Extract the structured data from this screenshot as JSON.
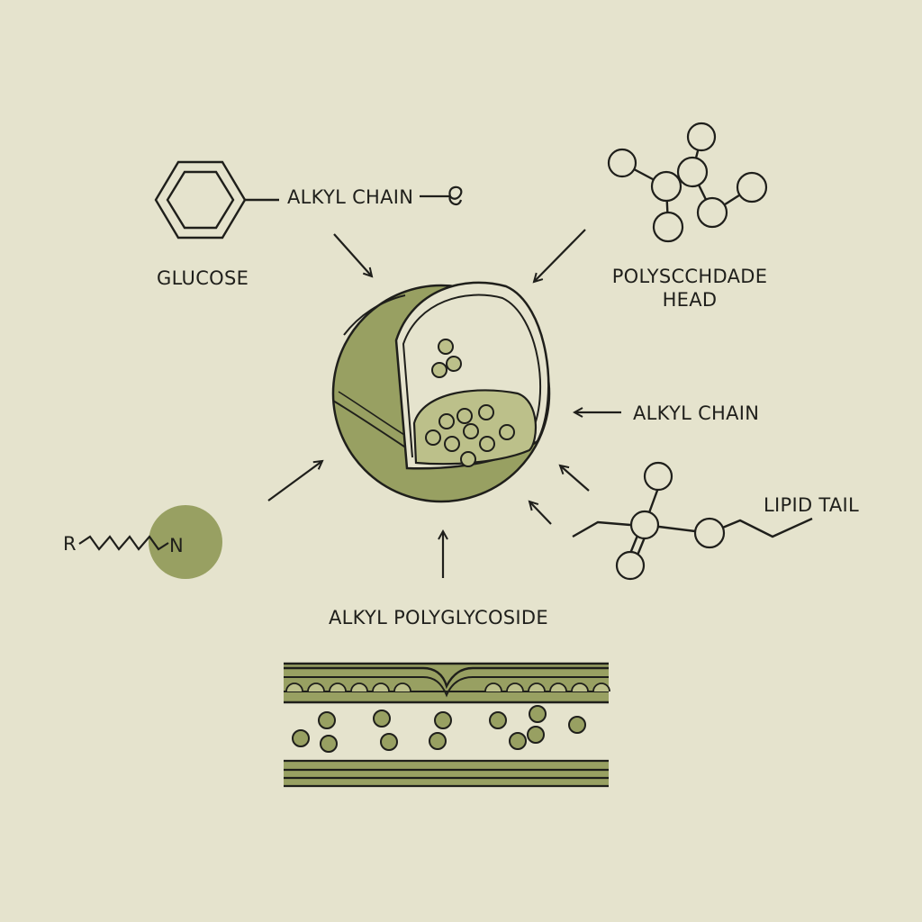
{
  "labels": {
    "alkyl_chain_top": "ALKYL CHAIN",
    "glucose": "GLUCOSE",
    "polysaccharide_head_line1": "POLYSCCHDADE",
    "polysaccharide_head_line2": "HEAD",
    "alkyl_chain_right": "ALKYL CHAIN",
    "lipid_tail": "LIPID TAIL",
    "alkyl_polyglycoside": "ALKYL POLYGLYCOSIDE",
    "amine_r": "R",
    "amine_n": "N"
  },
  "colors": {
    "background": "#e5e3cd",
    "olive": "#98a062",
    "olive_light": "#bcc08a",
    "ink": "#1f1f1b"
  }
}
